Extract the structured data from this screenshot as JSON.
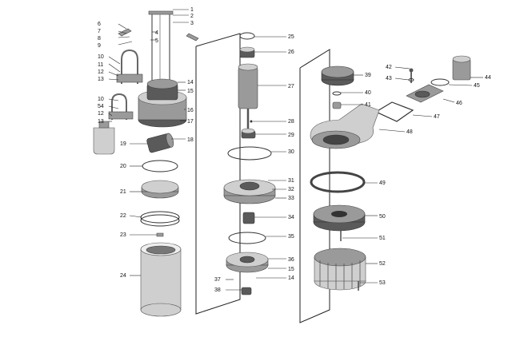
{
  "callouts": {
    "c1": "1",
    "c2": "2",
    "c3": "3",
    "c4": "4",
    "c5": "5",
    "c6": "6",
    "c7": "7",
    "c8": "8",
    "c9": "9",
    "c10": "10",
    "c11": "11",
    "c12": "12",
    "c13": "13",
    "c14": "14",
    "c15": "15",
    "c16": "16",
    "c17": "17",
    "c18": "18",
    "c19": "19",
    "c20": "20",
    "c21": "21",
    "c22": "22",
    "c23": "23",
    "c24": "24",
    "c10b": "10",
    "c54": "54",
    "c12b": "12",
    "c13b": "13",
    "c25": "25",
    "c26": "26",
    "c27": "27",
    "c28": "28",
    "c29": "29",
    "c30": "30",
    "c31": "31",
    "c32": "32",
    "c33": "33",
    "c34": "34",
    "c35": "35",
    "c36": "36",
    "c15b": "15",
    "c37": "37",
    "c14b": "14",
    "c38": "38",
    "c39": "39",
    "c40": "40",
    "c41": "41",
    "c42": "42",
    "c43": "43",
    "c44": "44",
    "c45": "45",
    "c46": "46",
    "c47": "47",
    "c48": "48",
    "c49": "49",
    "c50": "50",
    "c51": "51",
    "c52": "52",
    "c53": "53"
  }
}
